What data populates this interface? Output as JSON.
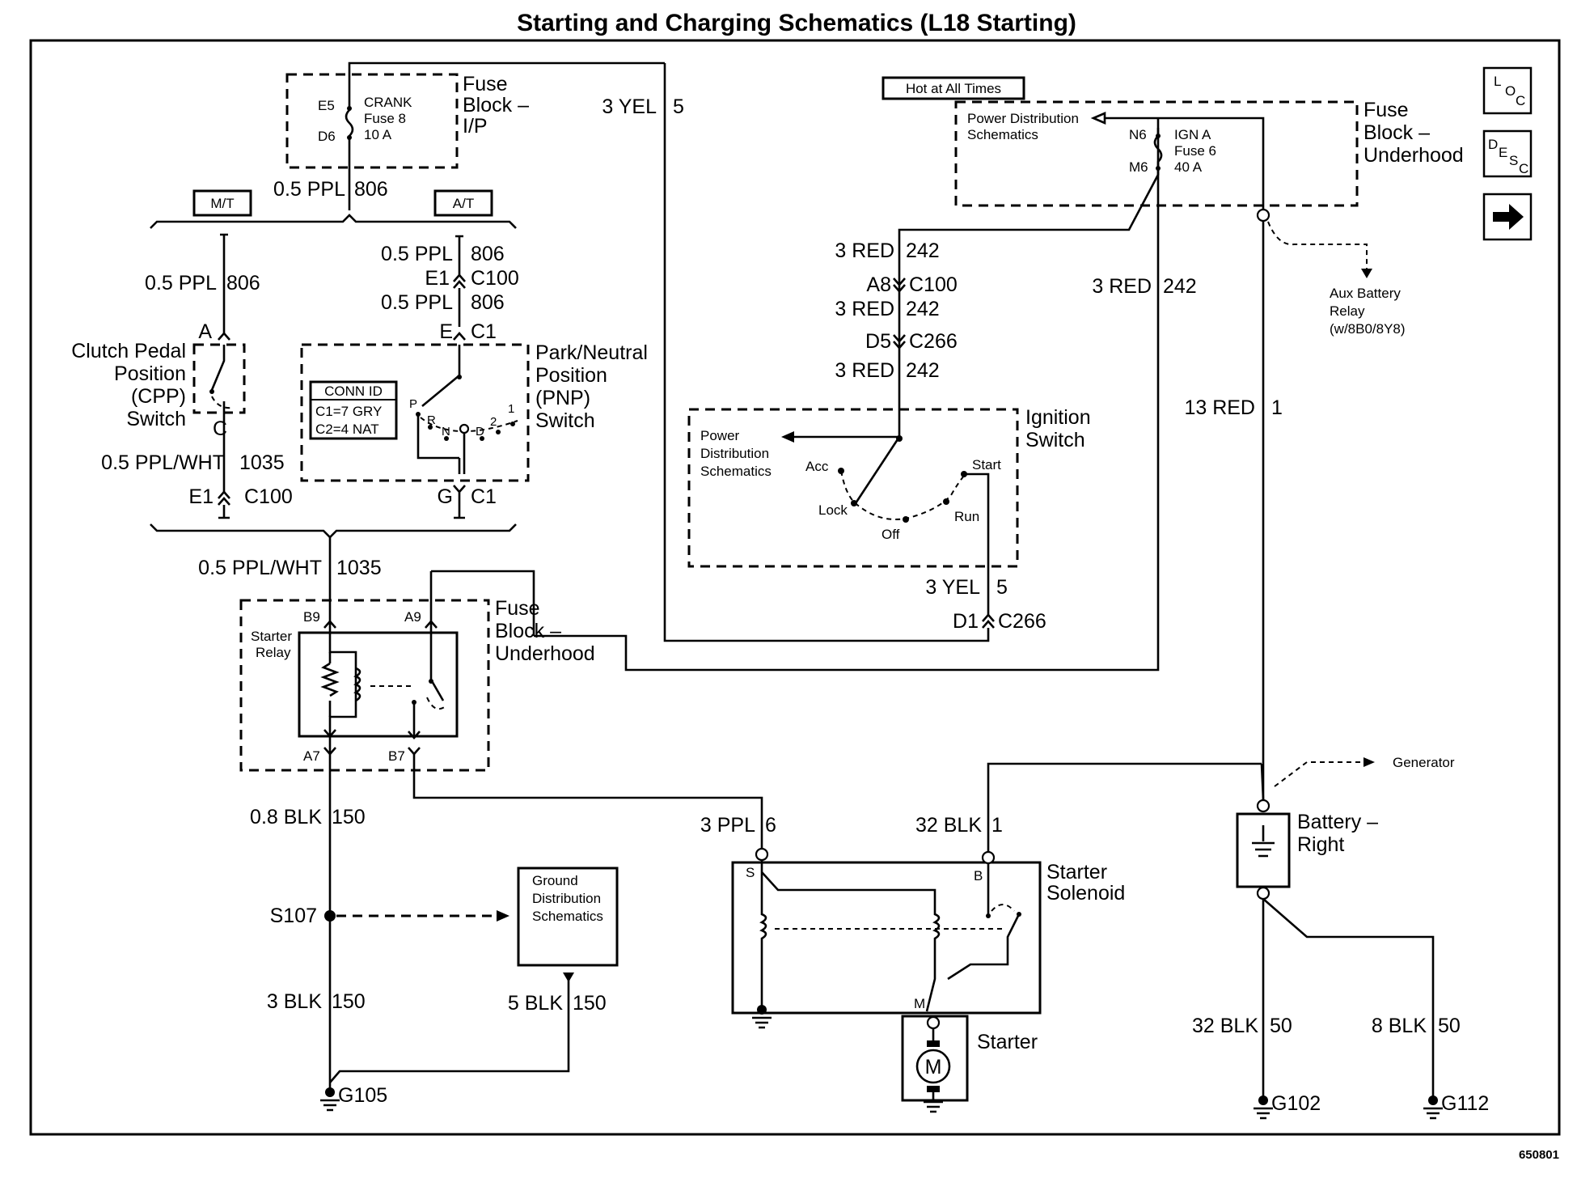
{
  "title": "Starting and Charging Schematics (L18 Starting)",
  "figure_id": "650801",
  "nav": {
    "loc": {
      "a": "L",
      "b": "O",
      "c": "C"
    },
    "desc": {
      "a": "D",
      "b": "E",
      "c": "S",
      "d": "C"
    },
    "next_icon": "right-arrow-icon"
  },
  "fuse_ip": {
    "name_l1": "Fuse",
    "name_l2": "Block –",
    "name_l3": "I/P",
    "pin_top": "E5",
    "pin_bot": "D6",
    "fuse_l1": "CRANK",
    "fuse_l2": "Fuse 8",
    "fuse_l3": "10 A"
  },
  "fuse_uh": {
    "name_l1": "Fuse",
    "name_l2": "Block –",
    "name_l3": "Underhood",
    "hot": "Hot at All Times",
    "pds_l1": "Power Distribution",
    "pds_l2": "Schematics",
    "pin_top": "N6",
    "pin_bot": "M6",
    "fuse_l1": "IGN A",
    "fuse_l2": "Fuse 6",
    "fuse_l3": "40 A"
  },
  "aux_relay": {
    "l1": "Aux Battery",
    "l2": "Relay",
    "l3": "(w/8B0/8Y8)"
  },
  "options": {
    "mt": "M/T",
    "at": "A/T"
  },
  "wires": {
    "w806_top": {
      "gauge": "0.5 PPL",
      "circuit": "806"
    },
    "w806_mt": {
      "gauge": "0.5 PPL",
      "circuit": "806"
    },
    "w806_at": {
      "gauge": "0.5 PPL",
      "circuit": "806"
    },
    "w806_at2": {
      "gauge": "0.5 PPL",
      "circuit": "806"
    },
    "w1035_a": {
      "gauge": "0.5 PPL/WHT",
      "circuit": "1035"
    },
    "w1035_b": {
      "gauge": "0.5 PPL/WHT",
      "circuit": "1035"
    },
    "w5_top": {
      "gauge": "3 YEL",
      "circuit": "5"
    },
    "w5_bot": {
      "gauge": "3 YEL",
      "circuit": "5"
    },
    "w242_a": {
      "gauge": "3 RED",
      "circuit": "242"
    },
    "w242_b": {
      "gauge": "3 RED",
      "circuit": "242"
    },
    "w242_c": {
      "gauge": "3 RED",
      "circuit": "242"
    },
    "w242_d": {
      "gauge": "3 RED",
      "circuit": "242"
    },
    "w1": {
      "gauge": "13 RED",
      "circuit": "1"
    },
    "w150_a": {
      "gauge": "0.8 BLK",
      "circuit": "150"
    },
    "w150_b": {
      "gauge": "3 BLK",
      "circuit": "150"
    },
    "w150_c": {
      "gauge": "5 BLK",
      "circuit": "150"
    },
    "w6": {
      "gauge": "3 PPL",
      "circuit": "6"
    },
    "wb1": {
      "gauge": "32 BLK",
      "circuit": "1"
    },
    "w50_a": {
      "gauge": "32 BLK",
      "circuit": "50"
    },
    "w50_b": {
      "gauge": "8 BLK",
      "circuit": "50"
    }
  },
  "connectors": {
    "e1_c100_at": {
      "pin": "E1",
      "conn": "C100"
    },
    "e_c1": {
      "pin": "E",
      "conn": "C1"
    },
    "g_c1": {
      "pin": "G",
      "conn": "C1"
    },
    "e1_c100_mt": {
      "pin": "E1",
      "conn": "C100"
    },
    "a8_c100": {
      "pin": "A8",
      "conn": "C100"
    },
    "d5_c266": {
      "pin": "D5",
      "conn": "C266"
    },
    "d1_c266": {
      "pin": "D1",
      "conn": "C266"
    }
  },
  "cpp": {
    "l1": "Clutch Pedal",
    "l2": "Position",
    "l3": "(CPP)",
    "l4": "Switch",
    "pin_a": "A",
    "pin_c": "C"
  },
  "pnp": {
    "l1": "Park/Neutral",
    "l2": "Position",
    "l3": "(PNP)",
    "l4": "Switch",
    "conn_id": "CONN ID",
    "c1": "C1=7 GRY",
    "c2": "C2=4 NAT",
    "pos": [
      "P",
      "R",
      "N",
      "D",
      "2",
      "1"
    ]
  },
  "ign": {
    "l1": "Ignition",
    "l2": "Switch",
    "pds_l1": "Power",
    "pds_l2": "Distribution",
    "pds_l3": "Schematics",
    "acc": "Acc",
    "lock": "Lock",
    "off": "Off",
    "run": "Run",
    "start": "Start"
  },
  "starter_relay": {
    "l1": "Starter",
    "l2": "Relay",
    "b9": "B9",
    "a9": "A9",
    "a7": "A7",
    "b7": "B7",
    "fb_l1": "Fuse",
    "fb_l2": "Block –",
    "fb_l3": "Underhood"
  },
  "splice": "S107",
  "ground_dist": {
    "l1": "Ground",
    "l2": "Distribution",
    "l3": "Schematics"
  },
  "grounds": {
    "g105": "G105",
    "g102": "G102",
    "g112": "G112"
  },
  "solenoid": {
    "l1": "Starter",
    "l2": "Solenoid",
    "s": "S",
    "b": "B",
    "m": "M"
  },
  "starter": {
    "label": "Starter",
    "motor": "M"
  },
  "battery": {
    "l1": "Battery –",
    "l2": "Right"
  },
  "generator": "Generator"
}
